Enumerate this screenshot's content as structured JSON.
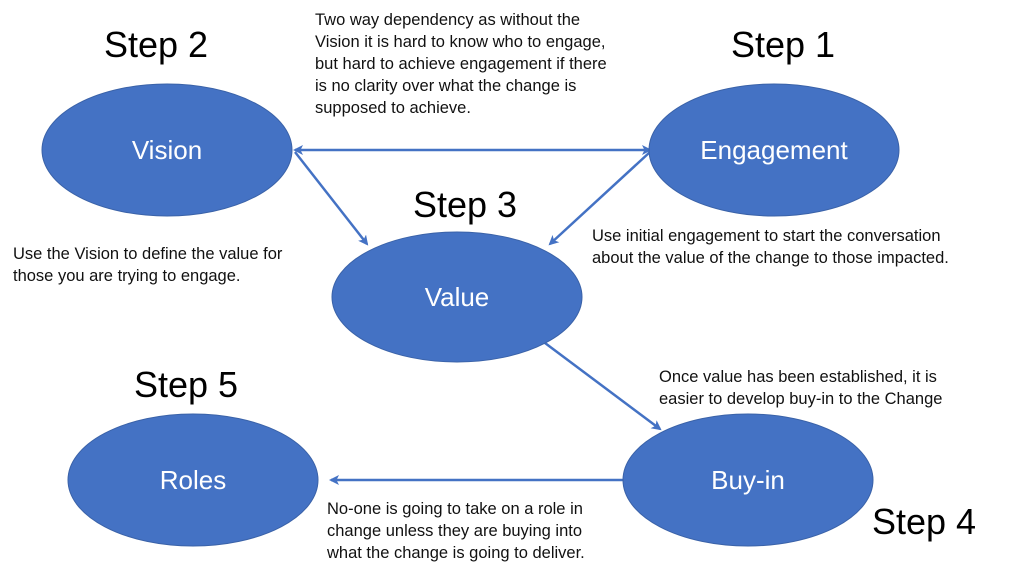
{
  "colors": {
    "node_fill": "#4472C4",
    "node_stroke": "#3A62A8",
    "arrow": "#4472C4",
    "node_text": "#FFFFFF",
    "text": "#000000"
  },
  "nodes": [
    {
      "id": "vision",
      "label": "Vision",
      "step": "Step 2"
    },
    {
      "id": "engagement",
      "label": "Engagement",
      "step": "Step 1"
    },
    {
      "id": "value",
      "label": "Value",
      "step": "Step 3"
    },
    {
      "id": "buyin",
      "label": "Buy-in",
      "step": "Step 4"
    },
    {
      "id": "roles",
      "label": "Roles",
      "step": "Step 5"
    }
  ],
  "edges": [
    {
      "from": "vision",
      "to": "engagement",
      "bidirectional": true
    },
    {
      "from": "vision",
      "to": "value",
      "bidirectional": false
    },
    {
      "from": "engagement",
      "to": "value",
      "bidirectional": false
    },
    {
      "from": "value",
      "to": "buyin",
      "bidirectional": false
    },
    {
      "from": "buyin",
      "to": "roles",
      "bidirectional": false
    }
  ],
  "notes": {
    "two_way": [
      "Two way dependency as without the",
      "Vision it is hard to know who to engage,",
      "but hard to achieve engagement if there",
      "is no clarity over what the change is",
      "supposed to achieve."
    ],
    "vision_to_value": [
      "Use the Vision to define the value for",
      "those you are trying to engage."
    ],
    "engagement_to_value": [
      "Use initial engagement to start the conversation",
      "about the value of the change to those impacted."
    ],
    "value_to_buyin": [
      "Once value has been established, it is",
      "easier to develop buy-in to the Change"
    ],
    "buyin_to_roles": [
      "No-one is going to take on a role in",
      "change unless they are buying into",
      "what the change is going to deliver."
    ]
  }
}
